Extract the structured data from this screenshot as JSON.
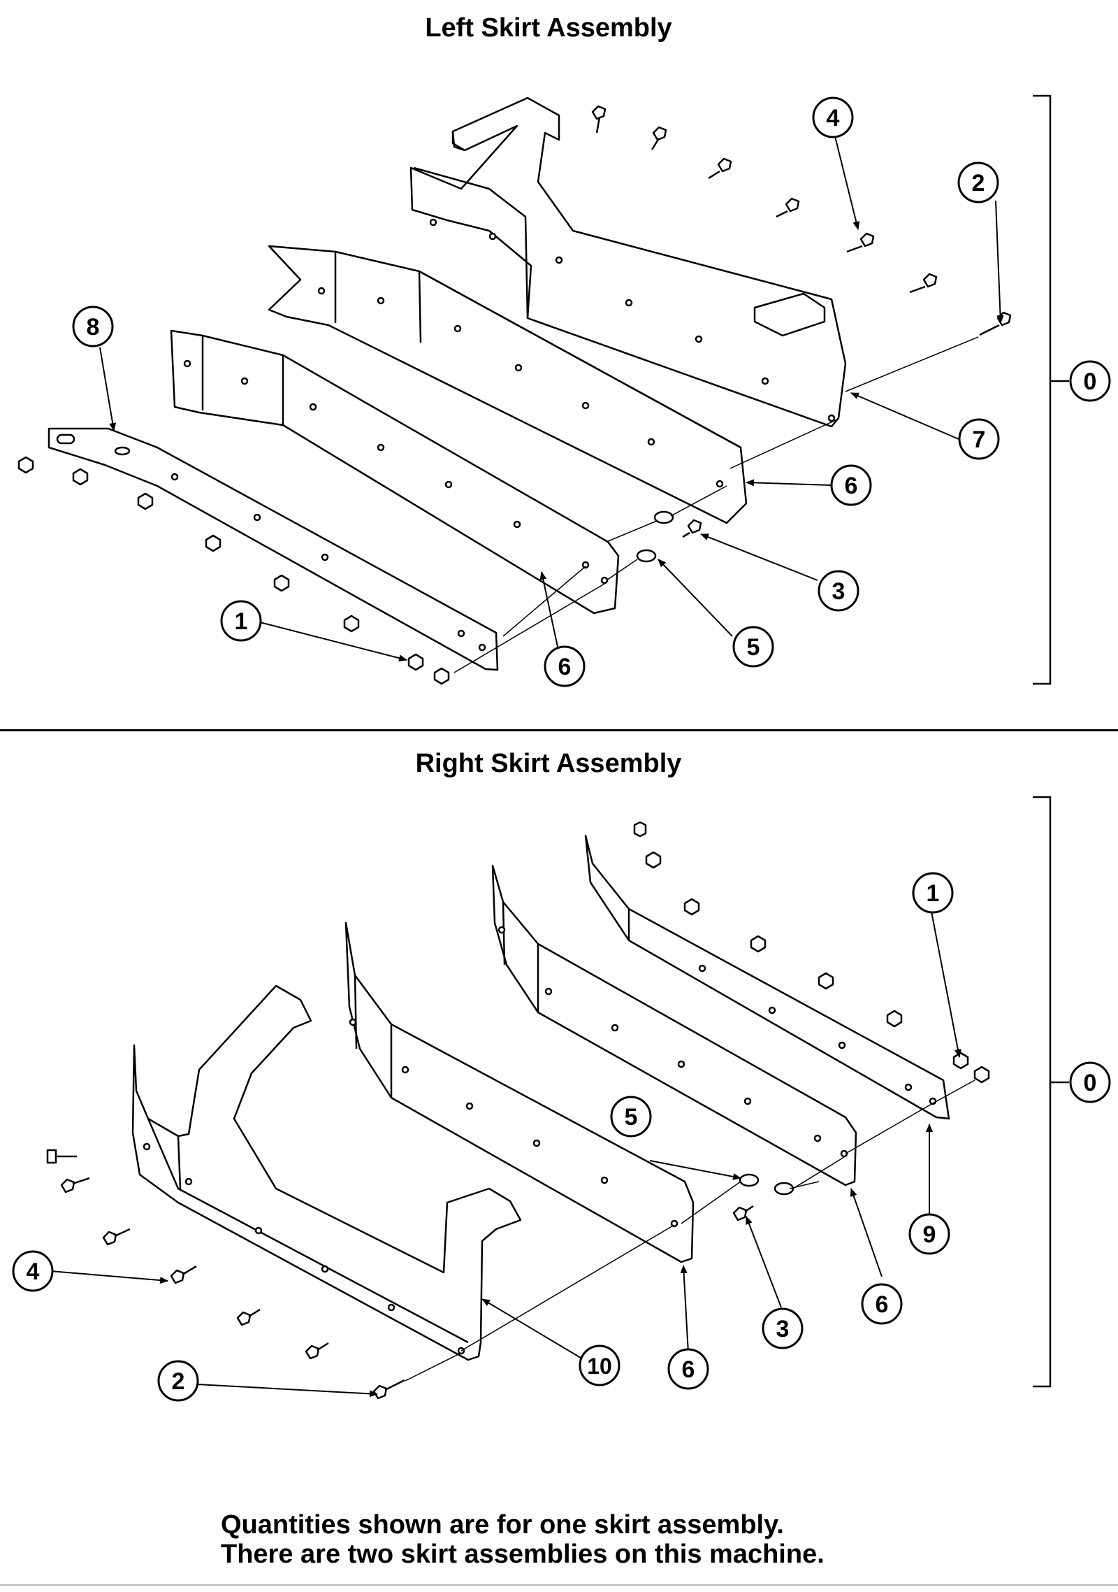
{
  "titles": {
    "left": "Left Skirt Assembly",
    "right": "Right Skirt Assembly"
  },
  "note": {
    "line1": "Quantities shown are for one skirt assembly.",
    "line2": "There are two skirt assemblies on this machine."
  },
  "callouts": {
    "left": {
      "assembly": "0",
      "nut": "1",
      "bolt_long": "2",
      "bolt_short": "3",
      "bolt_mid": "4",
      "washer": "5",
      "skirt_a": "6",
      "skirt_b": "6",
      "frame": "7",
      "strip": "8"
    },
    "right": {
      "assembly": "0",
      "nut": "1",
      "bolt_long": "2",
      "bolt_short": "3",
      "bolt_mid": "4",
      "washer": "5",
      "skirt_a": "6",
      "skirt_b": "6",
      "strip": "9",
      "frame": "10"
    }
  },
  "colors": {
    "ink": "#000000",
    "paper": "#ffffff"
  }
}
